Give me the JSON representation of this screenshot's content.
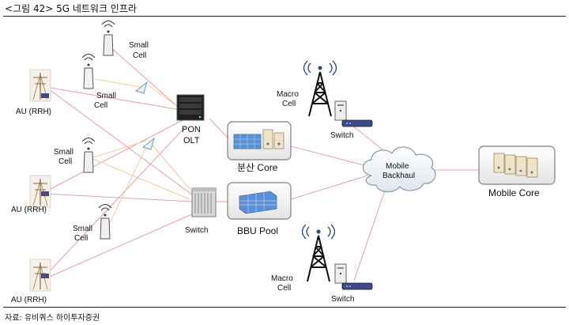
{
  "header": {
    "title": "<그림 42> 5G 네트워크 인프라"
  },
  "footer": {
    "source": "자료: 유비쿼스 하이투자증권"
  },
  "labels": {
    "au1": "AU (RRH)",
    "au2": "AU (RRH)",
    "au3": "AU (RRH)",
    "small_cell_1a": "Small",
    "small_cell_1b": "Cell",
    "small_cell_2a": "Small",
    "small_cell_2b": "Cell",
    "small_cell_3a": "Small",
    "small_cell_3b": "Cell",
    "small_cell_4a": "Small",
    "small_cell_4b": "Cell",
    "pon_olt_a": "PON",
    "pon_olt_b": "OLT",
    "switch_left": "Switch",
    "distributed_core": "분산 Core",
    "bbu_pool": "BBU Pool",
    "macro_top_a": "Macro",
    "macro_top_b": "Cell",
    "switch_top": "Switch",
    "macro_bottom_a": "Macro",
    "macro_bottom_b": "Cell",
    "switch_bottom": "Switch",
    "backhaul_a": "Mobile",
    "backhaul_b": "Backhaul",
    "mobile_core": "Mobile Core"
  },
  "colors": {
    "line_red": "#e0a0a8",
    "line_orange": "#f2c9a0",
    "box_border": "#7f7f7f",
    "server_blue": "#5b8fd6"
  }
}
